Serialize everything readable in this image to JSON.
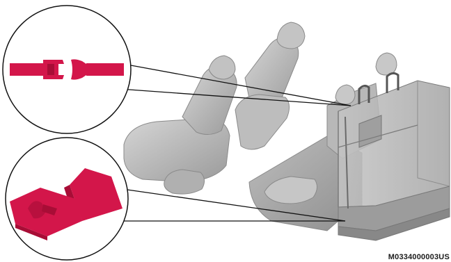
{
  "figure": {
    "reference_code": "M0334000003US",
    "colors": {
      "highlight": "#d3164a",
      "highlight_dark": "#a80d36",
      "seat_light": "#c9c9c9",
      "seat_mid": "#a8a8a8",
      "seat_dark": "#7d7d7d",
      "cargo_box": "#b9b9b9",
      "leader_line": "#111111"
    },
    "callouts": [
      {
        "name": "strap-buckle-detail",
        "icon": "strap-buckle-icon"
      },
      {
        "name": "floor-anchor-detail",
        "icon": "floor-anchor-icon"
      }
    ]
  }
}
